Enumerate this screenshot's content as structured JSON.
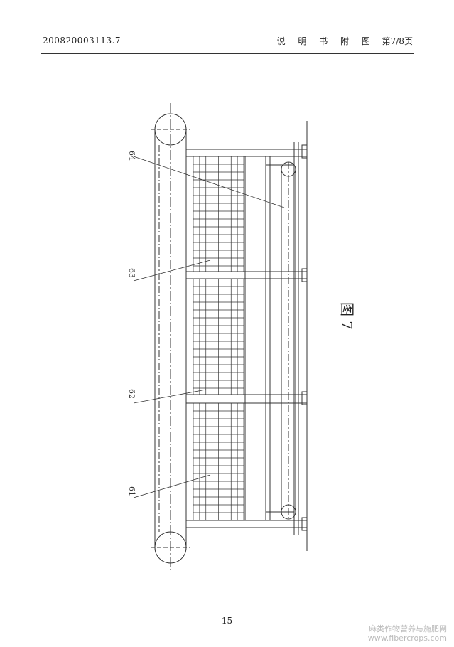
{
  "header": {
    "application_number": "200820003113.7",
    "section_title": "说 明 书 附 图",
    "page_indicator": "第7/8页"
  },
  "figure": {
    "title": "图 7",
    "labels": [
      "64",
      "63",
      "62",
      "61"
    ]
  },
  "footer": {
    "page_number": "15"
  },
  "watermark": {
    "line1": "麻类作物营养与施肥网",
    "line2": "www.fibercrops.com"
  }
}
